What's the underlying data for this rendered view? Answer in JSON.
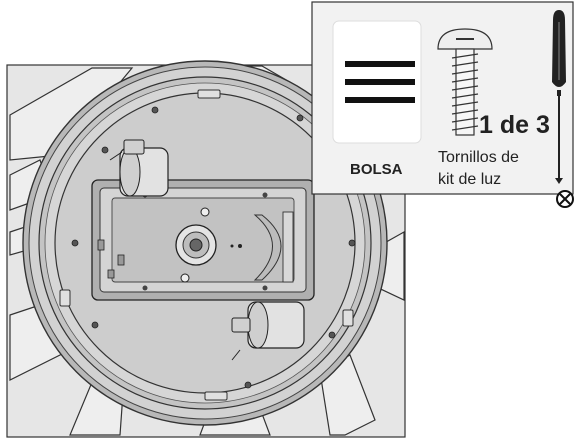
{
  "inset": {
    "bag_label": "BOLSA",
    "count_label": "1 de 3",
    "screw_caption_line1": "Tornillos de",
    "screw_caption_line2": "kit de luz",
    "bag_icon": "bag-icon",
    "screw_icon": "screw-icon",
    "screwdriver_icon": "phillips-screwdriver-icon"
  },
  "colors": {
    "panel_background": "#e6e6e6",
    "inset_background": "#f2f2f2",
    "outline": "#222222",
    "housing_light": "#c8c8c8",
    "housing_dark": "#a8a8a8"
  }
}
